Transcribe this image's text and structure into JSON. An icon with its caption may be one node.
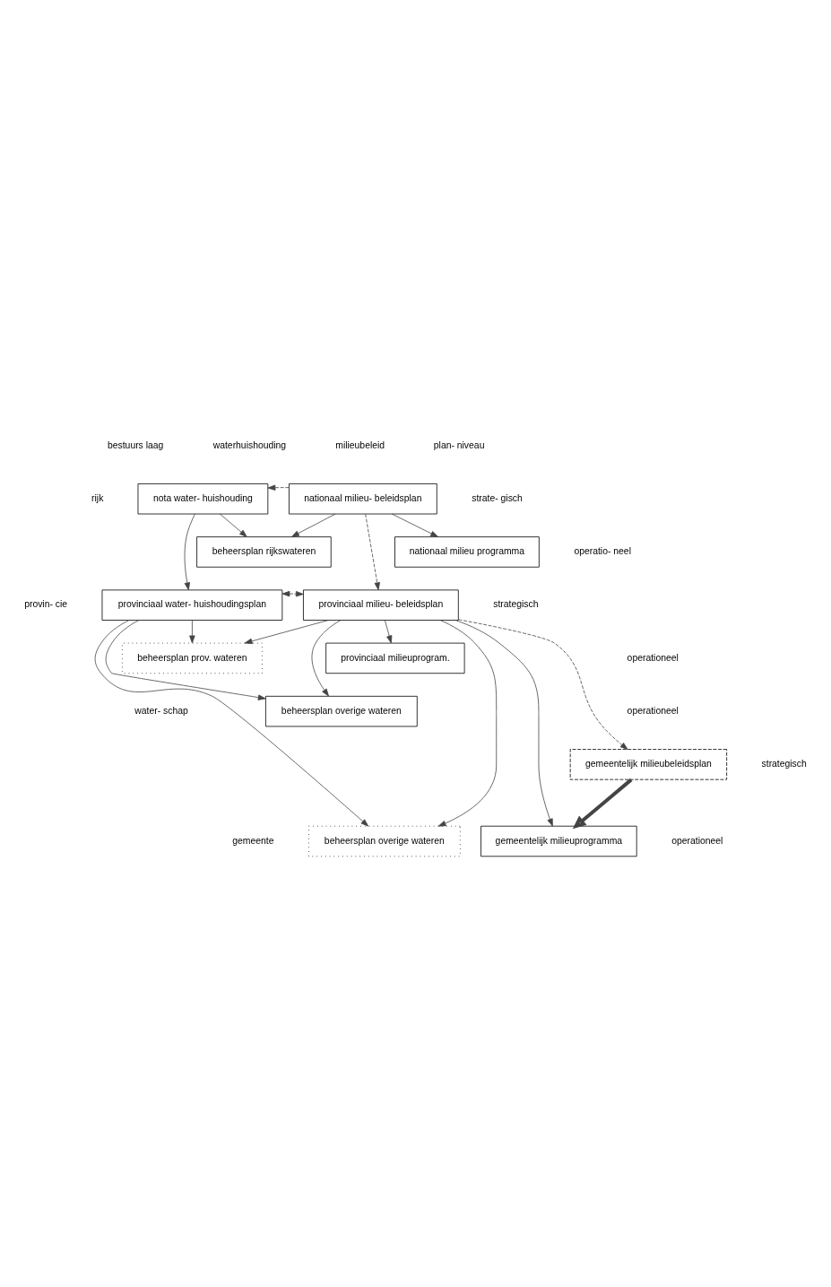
{
  "diagram": {
    "nodes": [
      {
        "text": [
          "nota water- huishouding"
        ]
      },
      {
        "text": [
          "nationaal milieu- beleidsplan"
        ]
      },
      {
        "text": [
          "beheersplan rijkswateren"
        ]
      },
      {
        "text": [
          "nationaal milieu programma"
        ]
      },
      {
        "text": [
          "provinciaal water- huishoudingsplan"
        ]
      },
      {
        "text": [
          "provinciaal milieu- beleidsplan"
        ]
      },
      {
        "text": [
          "beheersplan prov. wateren"
        ]
      },
      {
        "text": [
          "provinciaal milieuprogram."
        ]
      },
      {
        "text": [
          "beheersplan overige wateren"
        ]
      },
      {
        "text": [
          "gemeentelijk milieubeleidsplan"
        ]
      },
      {
        "text": [
          "beheersplan overige wateren"
        ]
      },
      {
        "text": [
          "gemeentelijk milieuprogramma"
        ]
      }
    ],
    "edges": [
      {
        "from": 1,
        "to": 0,
        "arrow": "to",
        "style": "dashed"
      },
      {
        "from": 0,
        "to": 2,
        "arrow": "to"
      },
      {
        "from": 0,
        "to": 4,
        "arrow": "to"
      },
      {
        "from": 1,
        "to": 2,
        "arrow": "to"
      },
      {
        "from": 1,
        "to": 3,
        "arrow": "to"
      },
      {
        "from": 1,
        "to": 5,
        "arrow": "to",
        "style": "dashed"
      },
      {
        "from": 4,
        "to": 5,
        "arrow": "both",
        "style": "dashed"
      },
      {
        "from": 4,
        "to": 6,
        "arrow": "to"
      },
      {
        "from": 4,
        "to": 8,
        "arrow": "to"
      },
      {
        "from": 4,
        "to": 10,
        "arrow": "to"
      },
      {
        "from": 5,
        "to": 6,
        "arrow": "to"
      },
      {
        "from": 5,
        "to": 7,
        "arrow": "to"
      },
      {
        "from": 5,
        "to": 8,
        "arrow": "to"
      },
      {
        "from": 5,
        "to": 10,
        "arrow": "to"
      },
      {
        "from": 5,
        "to": 11,
        "arrow": "to"
      },
      {
        "from": 5,
        "to": 9,
        "arrow": "to",
        "style": "dashed"
      },
      {
        "from": 9,
        "to": 11,
        "arrow": "to",
        "style": "thick"
      }
    ],
    "labels": [
      "bestuurs laag",
      "waterhuishouding",
      "milieubeleid",
      "plan- niveau",
      "rijk",
      "strate- gisch",
      "operatio- neel",
      "provin- cie",
      "strategisch",
      "operationeel",
      "water- schap",
      "operationeel",
      "strategisch",
      "gemeente",
      "operationeel"
    ]
  }
}
